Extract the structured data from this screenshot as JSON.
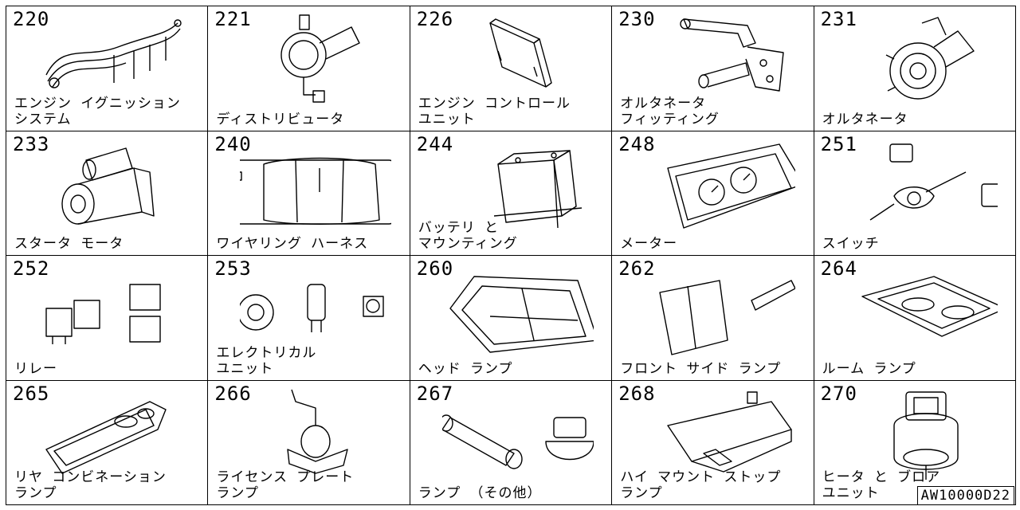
{
  "cells": [
    {
      "num": "220",
      "label": "エンジン イグニッション\nシステム",
      "icon": "ignition-wires-icon"
    },
    {
      "num": "221",
      "label": "ディストリビュータ",
      "icon": "distributor-icon"
    },
    {
      "num": "226",
      "label": "エンジン コントロール\nユニット",
      "icon": "ecu-icon"
    },
    {
      "num": "230",
      "label": "オルタネータ\nフィッティング",
      "icon": "alternator-fitting-icon"
    },
    {
      "num": "231",
      "label": "オルタネータ",
      "icon": "alternator-icon"
    },
    {
      "num": "233",
      "label": "スタータ モータ",
      "icon": "starter-motor-icon"
    },
    {
      "num": "240",
      "label": "ワイヤリング ハーネス",
      "icon": "wiring-harness-icon"
    },
    {
      "num": "244",
      "label": "バッテリ と\nマウンティング",
      "icon": "battery-icon"
    },
    {
      "num": "248",
      "label": "メーター",
      "icon": "meter-icon"
    },
    {
      "num": "251",
      "label": "スイッチ",
      "icon": "switch-icon"
    },
    {
      "num": "252",
      "label": "リレー",
      "icon": "relay-icon"
    },
    {
      "num": "253",
      "label": "エレクトリカル\nユニット",
      "icon": "electrical-unit-icon"
    },
    {
      "num": "260",
      "label": "ヘッド ランプ",
      "icon": "headlamp-icon"
    },
    {
      "num": "262",
      "label": "フロント サイド ランプ",
      "icon": "front-side-lamp-icon"
    },
    {
      "num": "264",
      "label": "ルーム ランプ",
      "icon": "room-lamp-icon"
    },
    {
      "num": "265",
      "label": "リヤ コンビネーション\nランプ",
      "icon": "rear-combination-lamp-icon"
    },
    {
      "num": "266",
      "label": "ライセンス プレート\nランプ",
      "icon": "license-plate-lamp-icon"
    },
    {
      "num": "267",
      "label": "ランプ （その他）",
      "icon": "lamp-other-icon"
    },
    {
      "num": "268",
      "label": "ハイ マウント ストップ\nランプ",
      "icon": "high-mount-stop-lamp-icon"
    },
    {
      "num": "270",
      "label": "ヒータ と ブロア\nユニット",
      "icon": "heater-blower-icon"
    }
  ],
  "footer_code": "AW10000D22"
}
